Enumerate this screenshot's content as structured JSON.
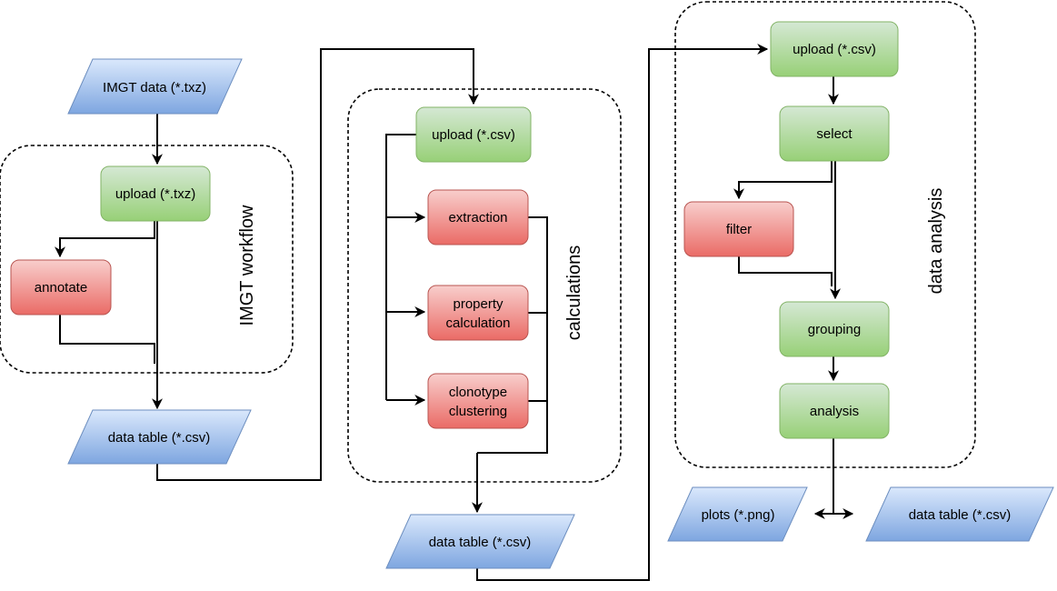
{
  "colors": {
    "green_top": "#d5e8d4",
    "green_bottom": "#97d077",
    "green_stroke": "#82b366",
    "red_top": "#f8cecc",
    "red_bottom": "#ea6b66",
    "red_stroke": "#b85450",
    "blue_top": "#dae8fc",
    "blue_bottom": "#7ea6e0",
    "blue_stroke": "#6c8ebf"
  },
  "groups": {
    "imgt": "IMGT workflow",
    "calculations": "calculations",
    "analysis": "data analysis"
  },
  "nodes": {
    "imgt_data": "IMGT data (*.txz)",
    "upload_txz": "upload (*.txz)",
    "annotate": "annotate",
    "data_table_1": "data table (*.csv)",
    "upload_csv_calc": "upload (*.csv)",
    "extraction": "extraction",
    "property_line1": "property",
    "property_line2": "calculation",
    "clonotype_line1": "clonotype",
    "clonotype_line2": "clustering",
    "data_table_2": "data table (*.csv)",
    "upload_csv_analysis": "upload (*.csv)",
    "select": "select",
    "filter": "filter",
    "grouping": "grouping",
    "analysis": "analysis",
    "plots": "plots (*.png)",
    "data_table_3": "data table (*.csv)"
  }
}
